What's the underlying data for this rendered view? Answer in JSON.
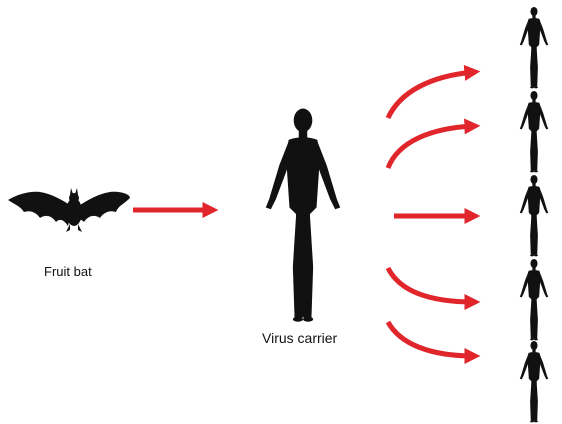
{
  "nodes": {
    "bat": {
      "label": "Fruit bat",
      "icon": "bat-silhouette"
    },
    "carrier": {
      "label": "Virus carrier",
      "icon": "person-silhouette"
    },
    "recipients": [
      {
        "icon": "person-silhouette"
      },
      {
        "icon": "person-silhouette"
      },
      {
        "icon": "person-silhouette"
      },
      {
        "icon": "person-silhouette"
      },
      {
        "icon": "person-silhouette"
      }
    ]
  },
  "colors": {
    "arrow": "#e0262b",
    "silhouette": "#111111",
    "background": "#ffffff"
  }
}
